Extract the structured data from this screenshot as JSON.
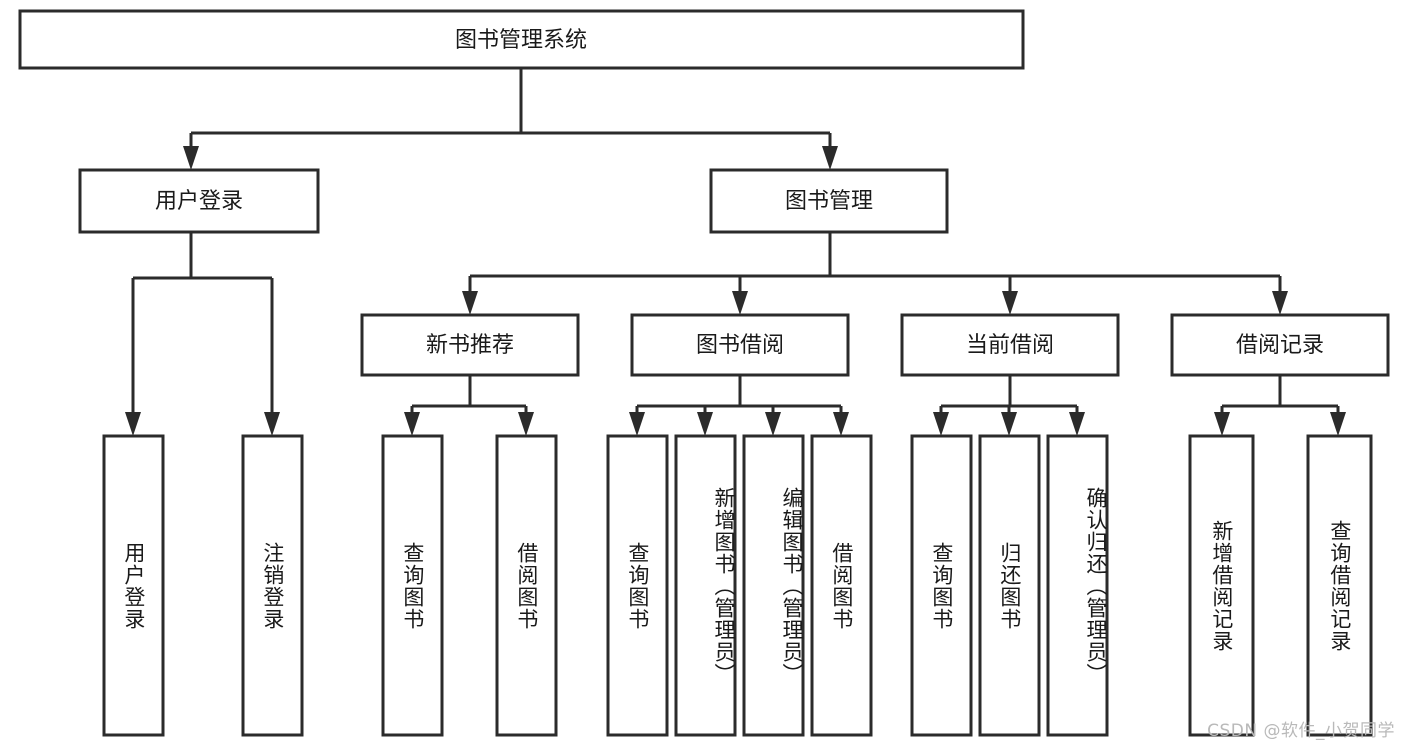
{
  "diagram": {
    "title": "图书管理系统",
    "watermark": "CSDN @软件_小贺同学",
    "colors": {
      "stroke": "#2b2b2b",
      "fill": "#ffffff",
      "text": "#1a1a1a",
      "watermark": "#b9b9b9"
    },
    "levels": {
      "root": {
        "label": "图书管理系统"
      },
      "level2": [
        {
          "label": "用户登录"
        },
        {
          "label": "图书管理"
        }
      ],
      "level3": [
        {
          "label": "新书推荐"
        },
        {
          "label": "图书借阅"
        },
        {
          "label": "当前借阅"
        },
        {
          "label": "借阅记录"
        }
      ],
      "leaves": [
        {
          "label": "用户登录",
          "parent": "用户登录"
        },
        {
          "label": "注销登录",
          "parent": "用户登录"
        },
        {
          "label": "查询图书",
          "parent": "新书推荐"
        },
        {
          "label": "借阅图书",
          "parent": "新书推荐"
        },
        {
          "label": "查询图书",
          "parent": "图书借阅"
        },
        {
          "label": "新增图书（管理员）",
          "parent": "图书借阅"
        },
        {
          "label": "编辑图书（管理员）",
          "parent": "图书借阅"
        },
        {
          "label": "借阅图书",
          "parent": "图书借阅"
        },
        {
          "label": "查询图书",
          "parent": "当前借阅"
        },
        {
          "label": "归还图书",
          "parent": "当前借阅"
        },
        {
          "label": "确认归还（管理员）",
          "parent": "当前借阅"
        },
        {
          "label": "新增借阅记录",
          "parent": "借阅记录"
        },
        {
          "label": "查询借阅记录",
          "parent": "借阅记录"
        }
      ]
    }
  },
  "chart_data": {
    "type": "diagram",
    "title": "图书管理系统",
    "structure": "tree",
    "nodes": [
      {
        "id": "n0",
        "label": "图书管理系统",
        "level": 0,
        "parent": null
      },
      {
        "id": "n1",
        "label": "用户登录",
        "level": 1,
        "parent": "n0"
      },
      {
        "id": "n2",
        "label": "图书管理",
        "level": 1,
        "parent": "n0"
      },
      {
        "id": "n3",
        "label": "用户登录",
        "level": 2,
        "parent": "n1"
      },
      {
        "id": "n4",
        "label": "注销登录",
        "level": 2,
        "parent": "n1"
      },
      {
        "id": "n5",
        "label": "新书推荐",
        "level": 2,
        "parent": "n2"
      },
      {
        "id": "n6",
        "label": "图书借阅",
        "level": 2,
        "parent": "n2"
      },
      {
        "id": "n7",
        "label": "当前借阅",
        "level": 2,
        "parent": "n2"
      },
      {
        "id": "n8",
        "label": "借阅记录",
        "level": 2,
        "parent": "n2"
      },
      {
        "id": "n9",
        "label": "查询图书",
        "level": 3,
        "parent": "n5"
      },
      {
        "id": "n10",
        "label": "借阅图书",
        "level": 3,
        "parent": "n5"
      },
      {
        "id": "n11",
        "label": "查询图书",
        "level": 3,
        "parent": "n6"
      },
      {
        "id": "n12",
        "label": "新增图书（管理员）",
        "level": 3,
        "parent": "n6"
      },
      {
        "id": "n13",
        "label": "编辑图书（管理员）",
        "level": 3,
        "parent": "n6"
      },
      {
        "id": "n14",
        "label": "借阅图书",
        "level": 3,
        "parent": "n6"
      },
      {
        "id": "n15",
        "label": "查询图书",
        "level": 3,
        "parent": "n7"
      },
      {
        "id": "n16",
        "label": "归还图书",
        "level": 3,
        "parent": "n7"
      },
      {
        "id": "n17",
        "label": "确认归还（管理员）",
        "level": 3,
        "parent": "n7"
      },
      {
        "id": "n18",
        "label": "新增借阅记录",
        "level": 3,
        "parent": "n8"
      },
      {
        "id": "n19",
        "label": "查询借阅记录",
        "level": 3,
        "parent": "n8"
      }
    ]
  }
}
